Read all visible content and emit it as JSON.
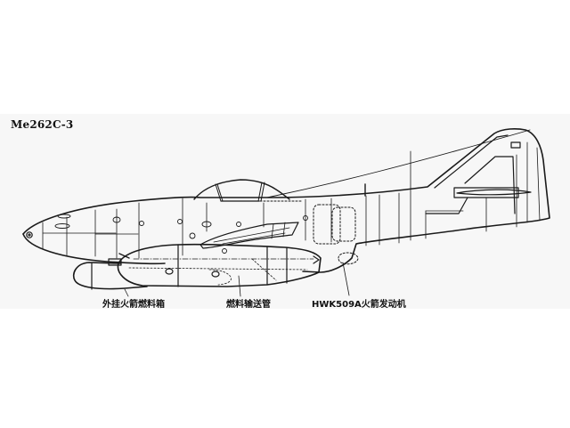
{
  "diagram": {
    "title": "Me262C-3",
    "callouts": [
      {
        "id": "external-rocket-fuel-tank",
        "text": "外挂火箭燃料箱"
      },
      {
        "id": "fuel-transfer-pipe",
        "text": "燃料输送管"
      },
      {
        "id": "hwk509a-rocket-engine",
        "text": "HWK509A火箭发动机"
      }
    ],
    "colors": {
      "background": "#ffffff",
      "band": "#f7f7f7",
      "ink": "#111111"
    }
  }
}
